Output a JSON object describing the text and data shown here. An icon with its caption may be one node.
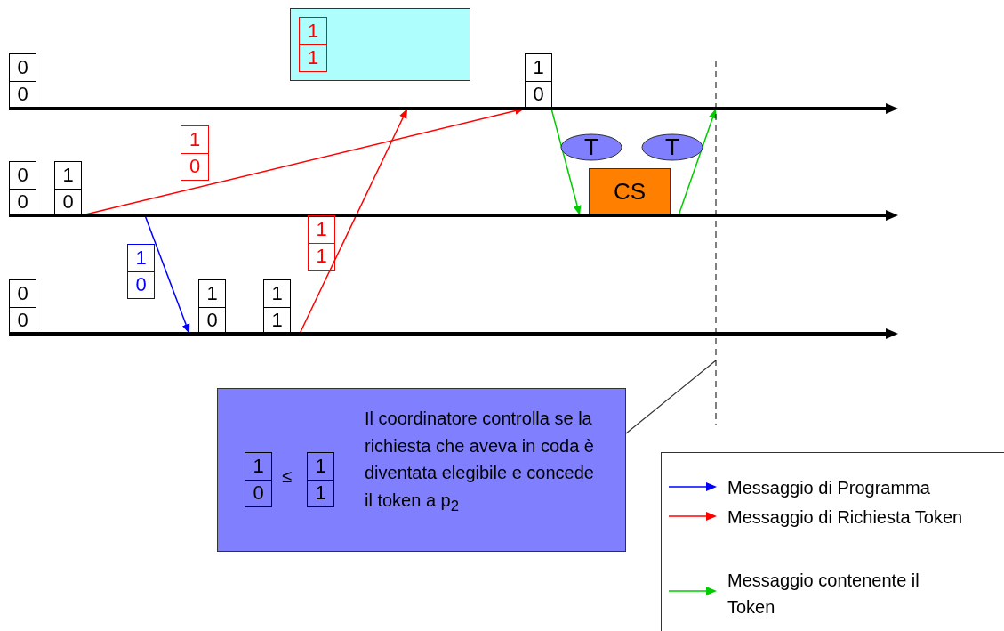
{
  "diagram": {
    "nodes": [
      {
        "text": [],
        "shape": "box"
      },
      {
        "text": [
          "1",
          "1"
        ],
        "in": 0
      },
      {
        "text": [
          "0",
          "0"
        ]
      },
      {
        "text": [
          "1",
          "0"
        ]
      },
      {
        "text": [],
        "shape": "line"
      },
      {
        "text": [
          "1",
          "0"
        ]
      },
      {
        "text": [
          "T"
        ]
      },
      {
        "text": [
          "T"
        ]
      },
      {
        "text": [
          "0",
          "0"
        ]
      },
      {
        "text": [
          "1",
          "0"
        ]
      },
      {
        "text": [
          "CS"
        ]
      },
      {
        "text": [],
        "shape": "line"
      },
      {
        "text": [
          "1",
          "0"
        ]
      },
      {
        "text": [
          "1",
          "1"
        ]
      },
      {
        "text": [
          "0",
          "0"
        ]
      },
      {
        "text": [
          "1",
          "0"
        ]
      },
      {
        "text": [
          "1",
          "1"
        ]
      },
      {
        "text": [],
        "shape": "line"
      },
      {
        "text": [],
        "shape": "line"
      },
      {
        "text": [
          "≤",
          "Il coordinatore controlla se la richiesta che aveva in coda è diventata elegibile e concede il token a p$_{2}$"
        ]
      },
      {
        "text": [
          "1",
          "0"
        ],
        "in": 19
      },
      {
        "text": [
          "1",
          "1"
        ],
        "in": 19
      }
    ],
    "edges": [
      {
        "from": 11,
        "to": 4,
        "arrow": "to",
        "color": "#ff0000"
      },
      {
        "from": 11,
        "to": 17,
        "arrow": "to",
        "color": "#0000ff"
      },
      {
        "from": 17,
        "to": 4,
        "arrow": "to",
        "color": "#ff0000"
      },
      {
        "from": 4,
        "to": 11,
        "arrow": "to",
        "color": "#00cc00"
      },
      {
        "from": 11,
        "to": 4,
        "arrow": "to",
        "color": "#00cc00"
      },
      {
        "from": 19,
        "to": 18,
        "arrow": "none",
        "color": "#333333"
      }
    ],
    "legend": [
      {
        "text": "Messaggio di Programma",
        "color": "#0000ff"
      },
      {
        "text": "Messaggio di Richiesta Token",
        "color": "#ff0000"
      },
      {
        "text": "Messaggio contenente il Token",
        "color": "#00cc00"
      }
    ]
  }
}
